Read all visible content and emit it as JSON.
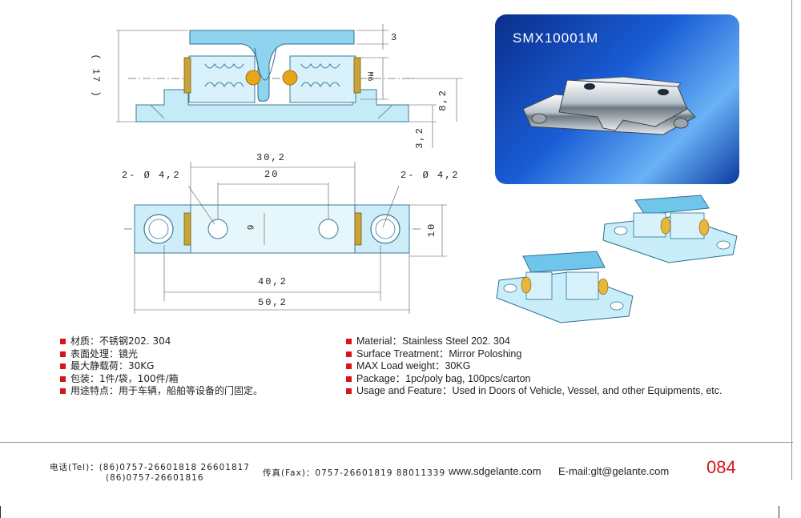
{
  "photo": {
    "title": "SMX10001M"
  },
  "dimensions": {
    "top_3": "3",
    "top_17": "( 17 )",
    "top_m6": "M6",
    "top_8_2": "8,2",
    "top_3_2": "3,2",
    "mid_30_2": "30,2",
    "mid_20": "20",
    "mid_hole_left": "2- Ø 4,2",
    "mid_hole_right": "2- Ø 4,2",
    "mid_9": "9",
    "mid_10": "10",
    "mid_40_2": "40,2",
    "mid_50_2": "50,2"
  },
  "specs_cn": [
    "材质：不锈钢202. 304",
    "表面处理：镜光",
    "最大静载荷：30KG",
    "包装：1件/袋，100件/箱",
    "用途特点：用于车辆，船舶等设备的门固定。"
  ],
  "specs_en": [
    "Material：Stainless Steel 202. 304",
    "Surface Treatment：Mirror Poloshing",
    "MAX Load weight：30KG",
    "Package：1pc/poly bag, 100pcs/carton",
    "Usage and Feature：Used in Doors of Vehicle, Vessel, and other Equipments, etc."
  ],
  "footer": {
    "tel_line1": "电话(Tel)：(86)0757-26601818  26601817",
    "tel_line2": "(86)0757-26601816",
    "fax": "传真(Fax)：0757-26601819 88011339",
    "web": "www.sdgelante.com",
    "email": "E-mail:glt@gelante.com",
    "page": "084"
  },
  "colors": {
    "accent": "#d7141a",
    "part_blue": "#8fd3ee",
    "brass": "#c9a33a"
  }
}
